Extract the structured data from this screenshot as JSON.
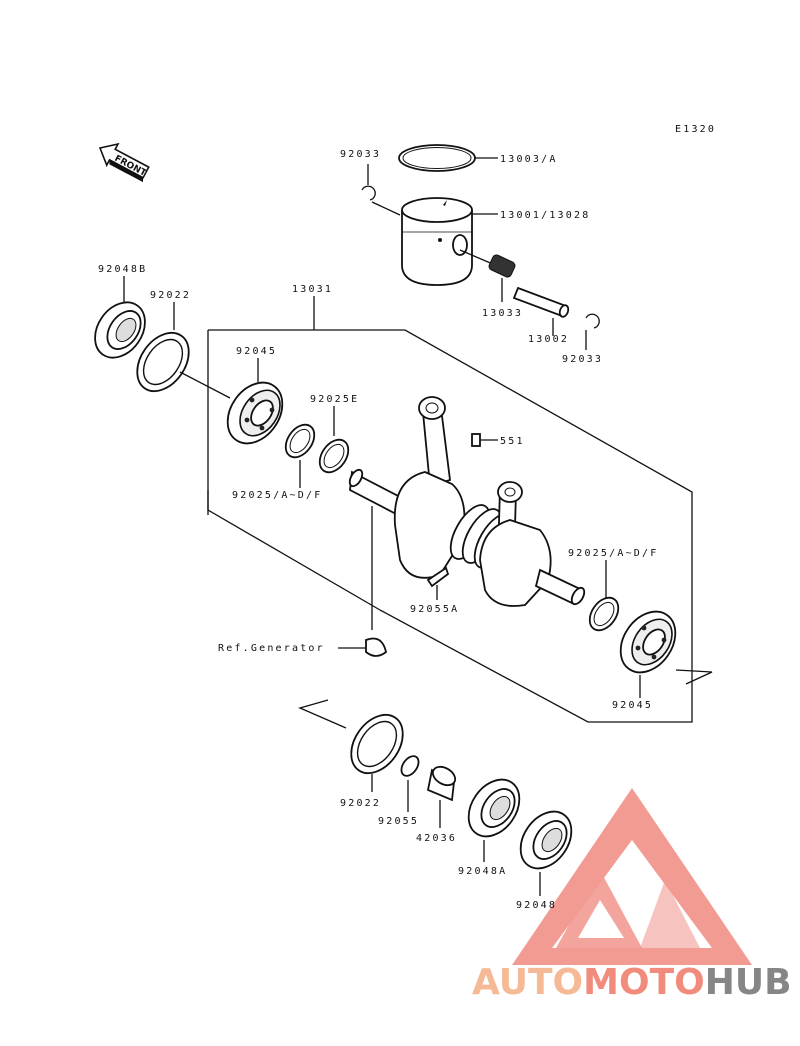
{
  "diagram_code": "E1320",
  "front_label": "FRONT",
  "parts": [
    {
      "label": "92033"
    },
    {
      "label": "13003/A"
    },
    {
      "label": "13001/13028"
    },
    {
      "label": "13033"
    },
    {
      "label": "13002"
    },
    {
      "label": "92033"
    },
    {
      "label": "13031"
    },
    {
      "label": "92048B"
    },
    {
      "label": "92022"
    },
    {
      "label": "92045"
    },
    {
      "label": "92025E"
    },
    {
      "label": "551"
    },
    {
      "label": "92025/A~D/F"
    },
    {
      "label": "92055A"
    },
    {
      "label": "92025/A~D/F"
    },
    {
      "label": "Ref.Generator"
    },
    {
      "label": "92045"
    },
    {
      "label": "92022"
    },
    {
      "label": "92055"
    },
    {
      "label": "42036"
    },
    {
      "label": "92048A"
    },
    {
      "label": "92048"
    }
  ],
  "watermark": {
    "part1": "AUTO",
    "part2": "MOTO",
    "part3": "HUB",
    "colors": {
      "auto": "#f5b28a",
      "moto": "#f08070",
      "hub": "#7a7a7a",
      "triangle": "#f08a80"
    }
  }
}
